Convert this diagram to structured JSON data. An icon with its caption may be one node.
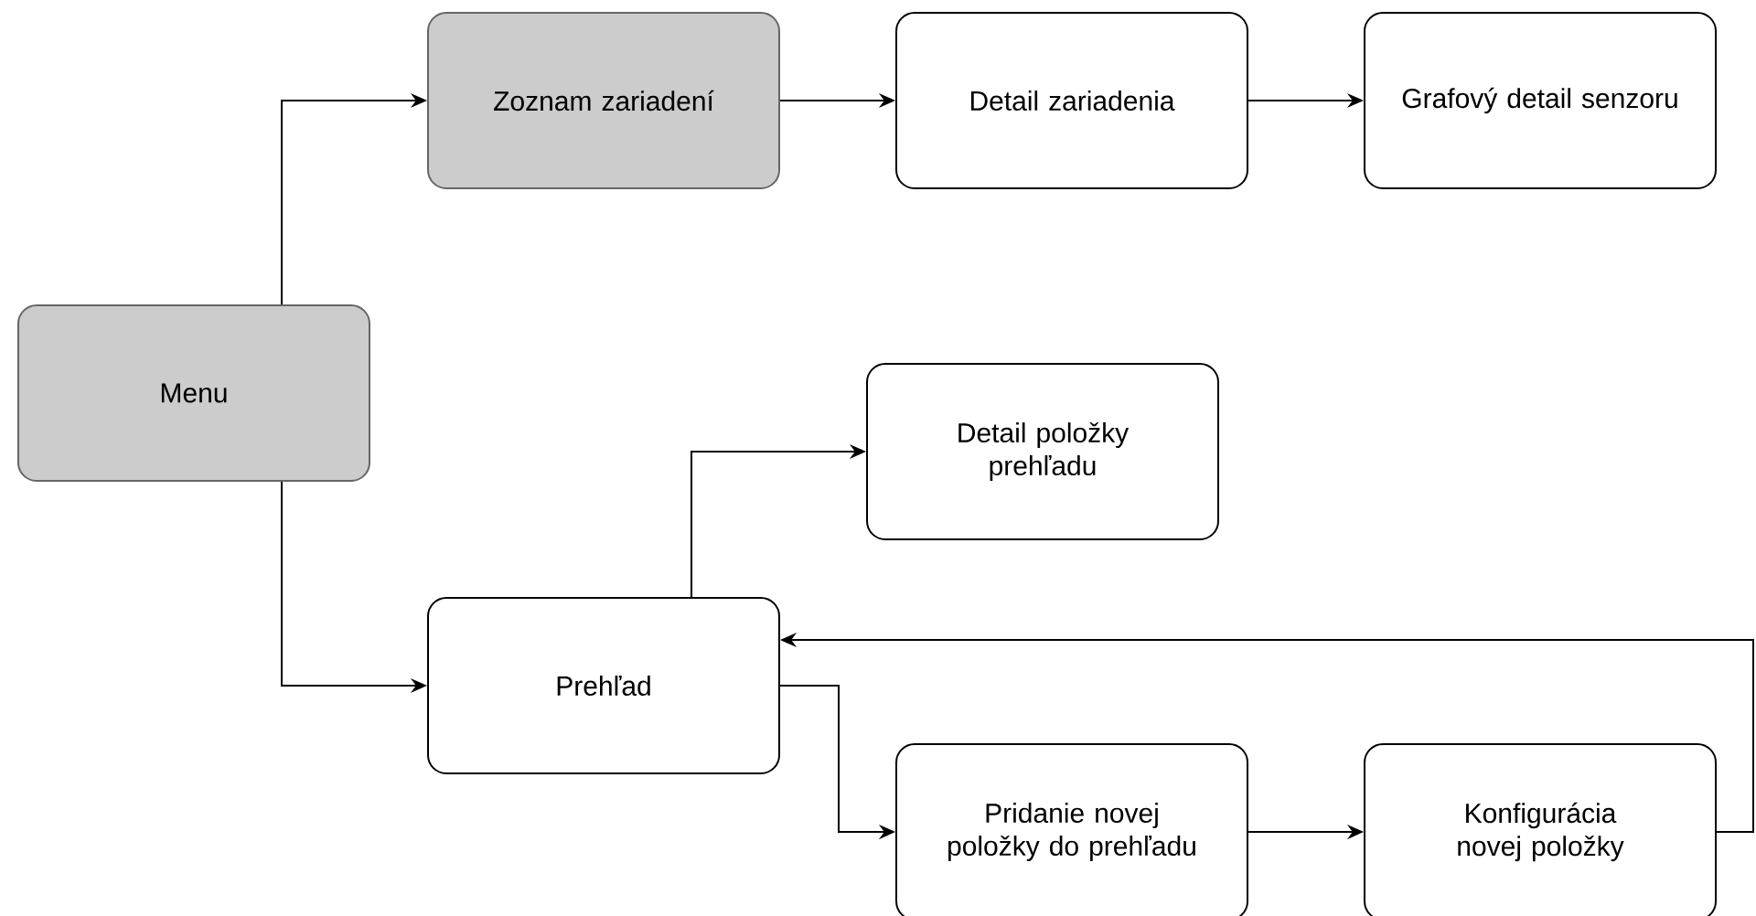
{
  "diagram": {
    "nodes": [
      {
        "text": [
          "Menu"
        ]
      },
      {
        "text": [
          "Zoznam zariadení"
        ]
      },
      {
        "text": [
          "Detail zariadenia"
        ]
      },
      {
        "text": [
          "Grafový detail senzoru"
        ]
      },
      {
        "text": [
          "Detail položky prehľadu"
        ]
      },
      {
        "text": [
          "Prehľad"
        ]
      },
      {
        "text": [
          "Pridanie novej položky do prehľadu"
        ]
      },
      {
        "text": [
          "Konfigurácia novej položky"
        ]
      }
    ],
    "edges": [
      {
        "from": 0,
        "to": 1,
        "arrow": "to"
      },
      {
        "from": 1,
        "to": 2,
        "arrow": "to"
      },
      {
        "from": 2,
        "to": 3,
        "arrow": "to"
      },
      {
        "from": 0,
        "to": 5,
        "arrow": "to"
      },
      {
        "from": 5,
        "to": 4,
        "arrow": "to"
      },
      {
        "from": 5,
        "to": 6,
        "arrow": "to"
      },
      {
        "from": 6,
        "to": 7,
        "arrow": "to"
      },
      {
        "from": 7,
        "to": 5,
        "arrow": "to"
      }
    ]
  }
}
